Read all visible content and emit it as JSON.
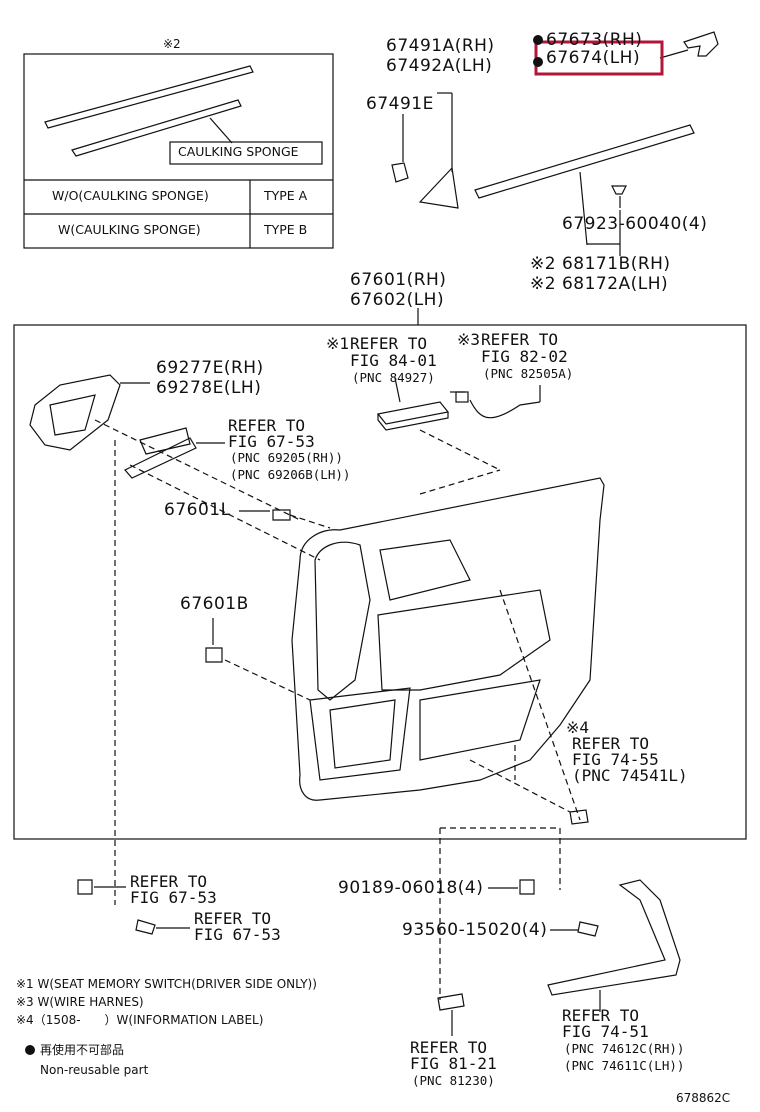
{
  "inset": {
    "mark": "※2",
    "caulking_label": "CAULKING SPONGE",
    "rows": [
      {
        "condition": "W/O(CAULKING SPONGE)",
        "type": "TYPE A"
      },
      {
        "condition": "W(CAULKING SPONGE)",
        "type": "TYPE B"
      }
    ]
  },
  "parts": {
    "p67491A": "67491A(RH)",
    "p67492A": "67492A(LH)",
    "p67491E": "67491E",
    "p67673": "67673(RH)",
    "p67674": "67674(LH)",
    "p67923": "67923-60040(4)",
    "p68171B": "※2 68171B(RH)",
    "p68172A": "※2 68172A(LH)",
    "p67601": "67601(RH)",
    "p67602": "67602(LH)",
    "p69277E": "69277E(RH)",
    "p69278E": "69278E(LH)",
    "p67601L": "67601L",
    "p67601B": "67601B",
    "p90189": "90189-06018(4)",
    "p93560": "93560-15020(4)"
  },
  "refs": {
    "r84_mark": "※1",
    "r84_l1": "REFER TO",
    "r84_l2": "FIG 84-01",
    "r84_l3": "(PNC 84927)",
    "r82_mark": "※3",
    "r82_l1": "REFER TO",
    "r82_l2": "FIG 82-02",
    "r82_l3": "(PNC 82505A)",
    "r6753_l1": "REFER TO",
    "r6753_l2": "FIG 67-53",
    "r6753_l3": "(PNC 69205(RH))",
    "r6753_l4": "(PNC 69206B(LH))",
    "r7455_mark": "※4",
    "r7455_l1": "REFER TO",
    "r7455_l2": "FIG 74-55",
    "r7455_l3": "(PNC 74541L)",
    "rA_l1": "REFER TO",
    "rA_l2": "FIG 67-53",
    "rB_l1": "REFER TO",
    "rB_l2": "FIG 67-53",
    "r8121_l1": "REFER TO",
    "r8121_l2": "FIG 81-21",
    "r8121_l3": "(PNC 81230)",
    "r7451_l1": "REFER TO",
    "r7451_l2": "FIG 74-51",
    "r7451_l3": "(PNC 74612C(RH))",
    "r7451_l4": "(PNC 74611C(LH))"
  },
  "notes": {
    "n1": "※1 W(SEAT MEMORY SWITCH(DRIVER SIDE ONLY))",
    "n3": "※3 W(WIRE HARNES)",
    "n4": "※4（1508-　　）W(INFORMATION LABEL)",
    "n5": "再使用不可部品",
    "n6": "Non-reusable part"
  },
  "diagram_id": "678862C",
  "highlight_color": "#b0153a"
}
